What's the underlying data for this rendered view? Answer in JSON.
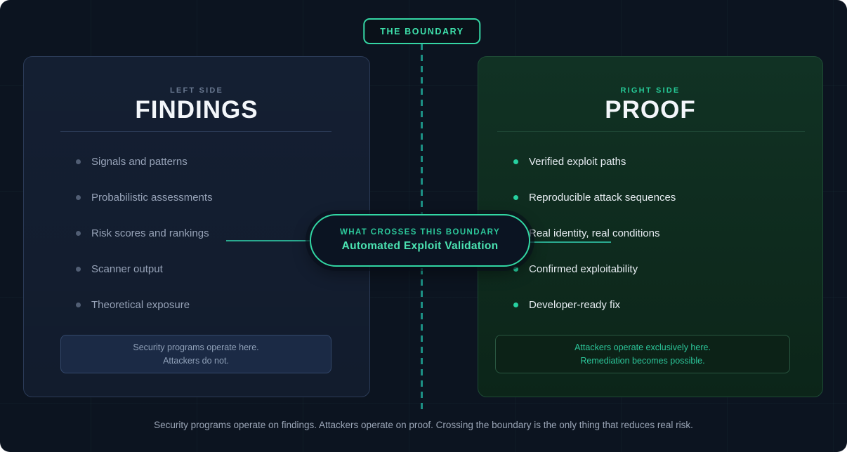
{
  "page": {
    "caption": "Security programs operate on findings. Attackers operate on proof. Crossing the boundary is the only thing that reduces real risk.",
    "colors": {
      "background": "#0c1420",
      "accent_green": "#35d6a4",
      "dashed_line": "#1c8f84",
      "left_panel_bg": "#141f32",
      "right_panel_bg": "#0e2a1d",
      "left_text": "#96a2b7",
      "right_text": "#e6ecf1"
    }
  },
  "boundary": {
    "badge_label": "THE BOUNDARY"
  },
  "crossing_pill": {
    "kicker": "WHAT CROSSES THIS BOUNDARY",
    "title": "Automated Exploit Validation"
  },
  "left_panel": {
    "kicker": "LEFT SIDE",
    "title": "FINDINGS",
    "items": [
      "Signals and patterns",
      "Probabilistic assessments",
      "Risk scores and rankings",
      "Scanner output",
      "Theoretical exposure"
    ],
    "note_lines": [
      "Security programs operate here.",
      "Attackers do not."
    ]
  },
  "right_panel": {
    "kicker": "RIGHT SIDE",
    "title": "PROOF",
    "items": [
      "Verified exploit paths",
      "Reproducible attack sequences",
      "Real identity, real conditions",
      "Confirmed exploitability",
      "Developer-ready fix"
    ],
    "note_lines": [
      "Attackers operate exclusively here.",
      "Remediation becomes possible."
    ]
  }
}
